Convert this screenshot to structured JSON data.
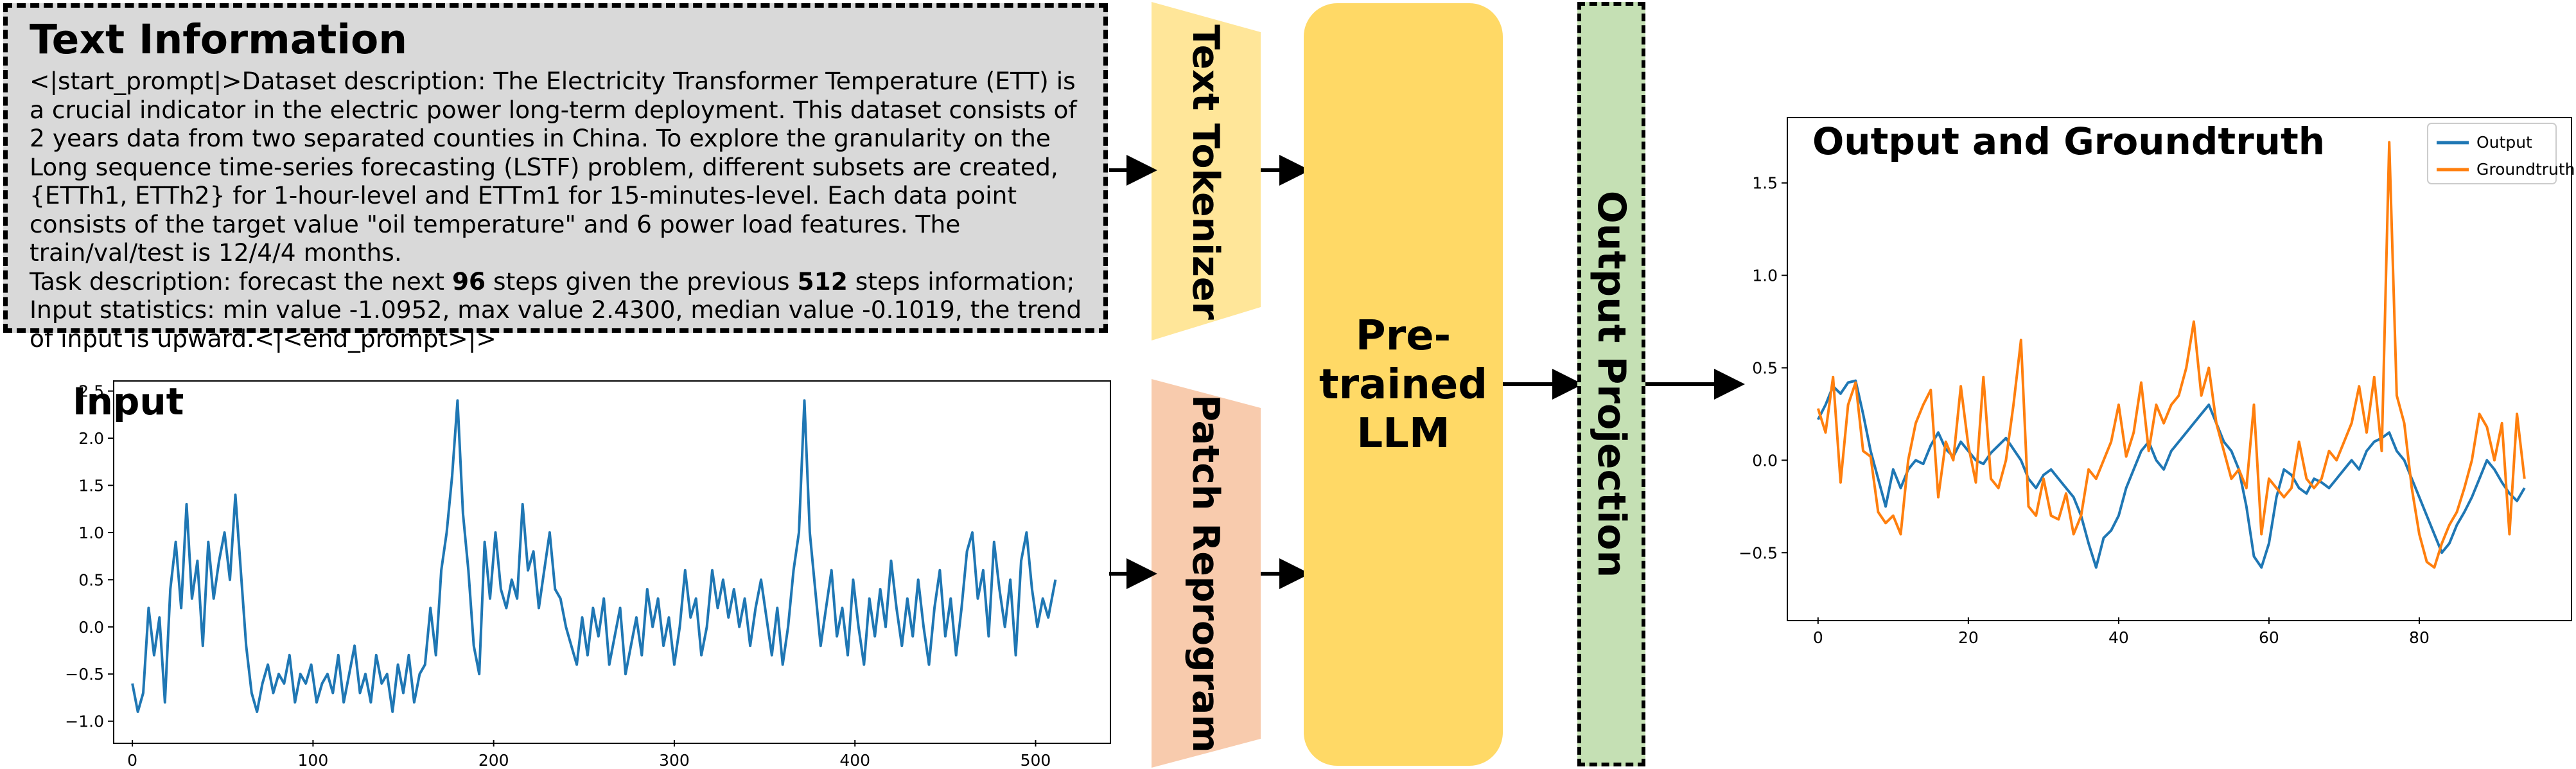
{
  "text_info": {
    "title": "Text Information",
    "p1": "<|start_prompt|>Dataset description: The Electricity Transformer Temperature (ETT) is a crucial indicator in the electric power long-term deployment. This dataset consists of 2 years data from two separated counties in China. To explore the granularity on the Long sequence time-series forecasting (LSTF) problem, different subsets are created, {ETTh1, ETTh2} for 1-hour-level and ETTm1 for 15-minutes-level. Each data point consists of the target value \"oil temperature\" and 6 power load features. The train/val/test is 12/4/4 months.",
    "p2_a": "Task description: forecast the next ",
    "p2_b": "96",
    "p2_c": " steps given the previous ",
    "p2_d": "512",
    "p2_e": " steps information;",
    "p3": "Input statistics: min value -1.0952, max value 2.4300, median value -0.1019, the trend of input is upward.<|<end_prompt>|>"
  },
  "blocks": {
    "text_tokenizer": "Text Tokenizer",
    "patch_reprogram": "Patch Reprogram",
    "llm_line1": "Pre-",
    "llm_line2": "trained",
    "llm_line3": "LLM",
    "output_projection": "Output Projection"
  },
  "colors": {
    "text_box": "#d9d9d9",
    "tokenizer": "#ffe699",
    "reprogram": "#f8cbad",
    "llm": "#ffd966",
    "projection": "#c5e0b4",
    "output_line": "#1f77b4",
    "groundtruth_line": "#ff7f0e"
  },
  "chart_data": [
    {
      "type": "line",
      "title": "Input",
      "xlim": [
        -10,
        540
      ],
      "ylim": [
        -1.2,
        2.6
      ],
      "x_ticks": [
        0,
        100,
        200,
        300,
        400,
        500
      ],
      "y_ticks": [
        -1.0,
        -0.5,
        0.0,
        0.5,
        1.0,
        1.5,
        2.0,
        2.5
      ],
      "x_tick_labels": [
        "0",
        "100",
        "200",
        "300",
        "400",
        "500"
      ],
      "y_tick_labels": [
        "−1.0",
        "−0.5",
        "0.0",
        "0.5",
        "1.0",
        "1.5",
        "2.0",
        "2.5"
      ],
      "series": [
        {
          "color": "#1f77b4",
          "points": [
            [
              0,
              -0.6
            ],
            [
              3,
              -0.9
            ],
            [
              6,
              -0.7
            ],
            [
              9,
              0.2
            ],
            [
              12,
              -0.3
            ],
            [
              15,
              0.1
            ],
            [
              18,
              -0.8
            ],
            [
              21,
              0.4
            ],
            [
              24,
              0.9
            ],
            [
              27,
              0.2
            ],
            [
              30,
              1.3
            ],
            [
              33,
              0.3
            ],
            [
              36,
              0.7
            ],
            [
              39,
              -0.2
            ],
            [
              42,
              0.9
            ],
            [
              45,
              0.3
            ],
            [
              48,
              0.7
            ],
            [
              51,
              1.0
            ],
            [
              54,
              0.5
            ],
            [
              57,
              1.4
            ],
            [
              60,
              0.6
            ],
            [
              63,
              -0.2
            ],
            [
              66,
              -0.7
            ],
            [
              69,
              -0.9
            ],
            [
              72,
              -0.6
            ],
            [
              75,
              -0.4
            ],
            [
              78,
              -0.7
            ],
            [
              81,
              -0.5
            ],
            [
              84,
              -0.6
            ],
            [
              87,
              -0.3
            ],
            [
              90,
              -0.8
            ],
            [
              93,
              -0.5
            ],
            [
              96,
              -0.6
            ],
            [
              99,
              -0.4
            ],
            [
              102,
              -0.8
            ],
            [
              105,
              -0.6
            ],
            [
              108,
              -0.5
            ],
            [
              111,
              -0.7
            ],
            [
              114,
              -0.3
            ],
            [
              117,
              -0.8
            ],
            [
              120,
              -0.5
            ],
            [
              123,
              -0.2
            ],
            [
              126,
              -0.7
            ],
            [
              129,
              -0.5
            ],
            [
              132,
              -0.8
            ],
            [
              135,
              -0.3
            ],
            [
              138,
              -0.6
            ],
            [
              141,
              -0.5
            ],
            [
              144,
              -0.9
            ],
            [
              147,
              -0.4
            ],
            [
              150,
              -0.7
            ],
            [
              153,
              -0.3
            ],
            [
              156,
              -0.8
            ],
            [
              159,
              -0.5
            ],
            [
              162,
              -0.4
            ],
            [
              165,
              0.2
            ],
            [
              168,
              -0.3
            ],
            [
              171,
              0.6
            ],
            [
              174,
              1.0
            ],
            [
              177,
              1.6
            ],
            [
              180,
              2.4
            ],
            [
              183,
              1.2
            ],
            [
              186,
              0.6
            ],
            [
              189,
              -0.2
            ],
            [
              192,
              -0.5
            ],
            [
              195,
              0.9
            ],
            [
              198,
              0.3
            ],
            [
              201,
              1.0
            ],
            [
              204,
              0.4
            ],
            [
              207,
              0.2
            ],
            [
              210,
              0.5
            ],
            [
              213,
              0.3
            ],
            [
              216,
              1.3
            ],
            [
              219,
              0.6
            ],
            [
              222,
              0.8
            ],
            [
              225,
              0.2
            ],
            [
              228,
              0.6
            ],
            [
              231,
              1.0
            ],
            [
              234,
              0.4
            ],
            [
              237,
              0.3
            ],
            [
              240,
              0.0
            ],
            [
              243,
              -0.2
            ],
            [
              246,
              -0.4
            ],
            [
              249,
              0.1
            ],
            [
              252,
              -0.3
            ],
            [
              255,
              0.2
            ],
            [
              258,
              -0.1
            ],
            [
              261,
              0.3
            ],
            [
              264,
              -0.4
            ],
            [
              267,
              -0.1
            ],
            [
              270,
              0.2
            ],
            [
              273,
              -0.5
            ],
            [
              276,
              -0.2
            ],
            [
              279,
              0.1
            ],
            [
              282,
              -0.3
            ],
            [
              285,
              0.4
            ],
            [
              288,
              0.0
            ],
            [
              291,
              0.3
            ],
            [
              294,
              -0.2
            ],
            [
              297,
              0.1
            ],
            [
              300,
              -0.4
            ],
            [
              303,
              0.0
            ],
            [
              306,
              0.6
            ],
            [
              309,
              0.1
            ],
            [
              312,
              0.3
            ],
            [
              315,
              -0.3
            ],
            [
              318,
              0.0
            ],
            [
              321,
              0.6
            ],
            [
              324,
              0.2
            ],
            [
              327,
              0.5
            ],
            [
              330,
              0.1
            ],
            [
              333,
              0.4
            ],
            [
              336,
              0.0
            ],
            [
              339,
              0.3
            ],
            [
              342,
              -0.2
            ],
            [
              345,
              0.2
            ],
            [
              348,
              0.5
            ],
            [
              351,
              0.1
            ],
            [
              354,
              -0.3
            ],
            [
              357,
              0.2
            ],
            [
              360,
              -0.4
            ],
            [
              363,
              0.0
            ],
            [
              366,
              0.6
            ],
            [
              369,
              1.0
            ],
            [
              372,
              2.4
            ],
            [
              375,
              1.0
            ],
            [
              378,
              0.4
            ],
            [
              381,
              -0.2
            ],
            [
              384,
              0.2
            ],
            [
              387,
              0.6
            ],
            [
              390,
              -0.1
            ],
            [
              393,
              0.2
            ],
            [
              396,
              -0.3
            ],
            [
              399,
              0.5
            ],
            [
              402,
              0.0
            ],
            [
              405,
              -0.4
            ],
            [
              408,
              0.3
            ],
            [
              411,
              -0.1
            ],
            [
              414,
              0.4
            ],
            [
              417,
              0.0
            ],
            [
              420,
              0.7
            ],
            [
              423,
              0.2
            ],
            [
              426,
              -0.2
            ],
            [
              429,
              0.3
            ],
            [
              432,
              -0.1
            ],
            [
              435,
              0.5
            ],
            [
              438,
              0.0
            ],
            [
              441,
              -0.4
            ],
            [
              444,
              0.2
            ],
            [
              447,
              0.6
            ],
            [
              450,
              -0.1
            ],
            [
              453,
              0.3
            ],
            [
              456,
              -0.3
            ],
            [
              459,
              0.2
            ],
            [
              462,
              0.8
            ],
            [
              465,
              1.0
            ],
            [
              468,
              0.3
            ],
            [
              471,
              0.6
            ],
            [
              474,
              -0.1
            ],
            [
              477,
              0.9
            ],
            [
              480,
              0.4
            ],
            [
              483,
              0.0
            ],
            [
              486,
              0.5
            ],
            [
              489,
              -0.3
            ],
            [
              492,
              0.7
            ],
            [
              495,
              1.0
            ],
            [
              498,
              0.4
            ],
            [
              501,
              0.0
            ],
            [
              504,
              0.3
            ],
            [
              507,
              0.1
            ],
            [
              511,
              0.5
            ]
          ]
        }
      ]
    },
    {
      "type": "line",
      "title": "Output and Groundtruth",
      "xlim": [
        -4,
        100
      ],
      "ylim": [
        -0.85,
        1.85
      ],
      "x_ticks": [
        0,
        20,
        40,
        60,
        80
      ],
      "y_ticks": [
        -0.5,
        0.0,
        0.5,
        1.0,
        1.5
      ],
      "x_tick_labels": [
        "0",
        "20",
        "40",
        "60",
        "80"
      ],
      "y_tick_labels": [
        "−0.5",
        "0.0",
        "0.5",
        "1.0",
        "1.5"
      ],
      "legend": "top-right",
      "series": [
        {
          "name": "Output",
          "color": "#1f77b4",
          "values": [
            0.22,
            0.3,
            0.4,
            0.36,
            0.42,
            0.43,
            0.25,
            0.05,
            -0.1,
            -0.25,
            -0.05,
            -0.15,
            -0.05,
            0.0,
            -0.02,
            0.08,
            0.15,
            0.06,
            0.02,
            0.1,
            0.05,
            0.0,
            -0.02,
            0.04,
            0.08,
            0.12,
            0.06,
            0.0,
            -0.1,
            -0.15,
            -0.08,
            -0.05,
            -0.1,
            -0.15,
            -0.2,
            -0.3,
            -0.45,
            -0.58,
            -0.42,
            -0.38,
            -0.3,
            -0.15,
            -0.05,
            0.05,
            0.1,
            0.0,
            -0.05,
            0.05,
            0.1,
            0.15,
            0.2,
            0.25,
            0.3,
            0.2,
            0.1,
            0.05,
            -0.05,
            -0.25,
            -0.52,
            -0.58,
            -0.45,
            -0.2,
            -0.05,
            -0.08,
            -0.15,
            -0.18,
            -0.1,
            -0.12,
            -0.15,
            -0.1,
            -0.05,
            0.0,
            -0.05,
            0.05,
            0.1,
            0.12,
            0.15,
            0.05,
            0.0,
            -0.1,
            -0.2,
            -0.3,
            -0.4,
            -0.5,
            -0.45,
            -0.35,
            -0.28,
            -0.2,
            -0.1,
            0.0,
            -0.05,
            -0.12,
            -0.18,
            -0.22,
            -0.15
          ]
        },
        {
          "name": "Groundtruth",
          "color": "#ff7f0e",
          "values": [
            0.28,
            0.15,
            0.45,
            -0.12,
            0.3,
            0.42,
            0.05,
            0.02,
            -0.28,
            -0.34,
            -0.3,
            -0.4,
            0.0,
            0.2,
            0.3,
            0.38,
            -0.2,
            0.1,
            0.0,
            0.4,
            0.08,
            -0.12,
            0.45,
            -0.1,
            -0.15,
            0.0,
            0.3,
            0.65,
            -0.25,
            -0.3,
            -0.1,
            -0.3,
            -0.32,
            -0.18,
            -0.4,
            -0.3,
            -0.05,
            -0.1,
            0.0,
            0.1,
            0.3,
            0.02,
            0.15,
            0.42,
            0.05,
            0.3,
            0.2,
            0.3,
            0.35,
            0.5,
            0.75,
            0.35,
            0.5,
            0.2,
            0.05,
            -0.1,
            -0.05,
            -0.15,
            0.3,
            -0.4,
            -0.1,
            -0.15,
            -0.2,
            -0.15,
            0.1,
            -0.1,
            -0.15,
            -0.1,
            0.05,
            0.0,
            0.1,
            0.2,
            0.4,
            0.15,
            0.45,
            0.05,
            1.72,
            0.35,
            0.2,
            -0.15,
            -0.4,
            -0.55,
            -0.58,
            -0.45,
            -0.35,
            -0.28,
            -0.15,
            0.0,
            0.25,
            0.18,
            0.0,
            0.2,
            -0.4,
            0.25,
            -0.1
          ]
        }
      ]
    }
  ]
}
